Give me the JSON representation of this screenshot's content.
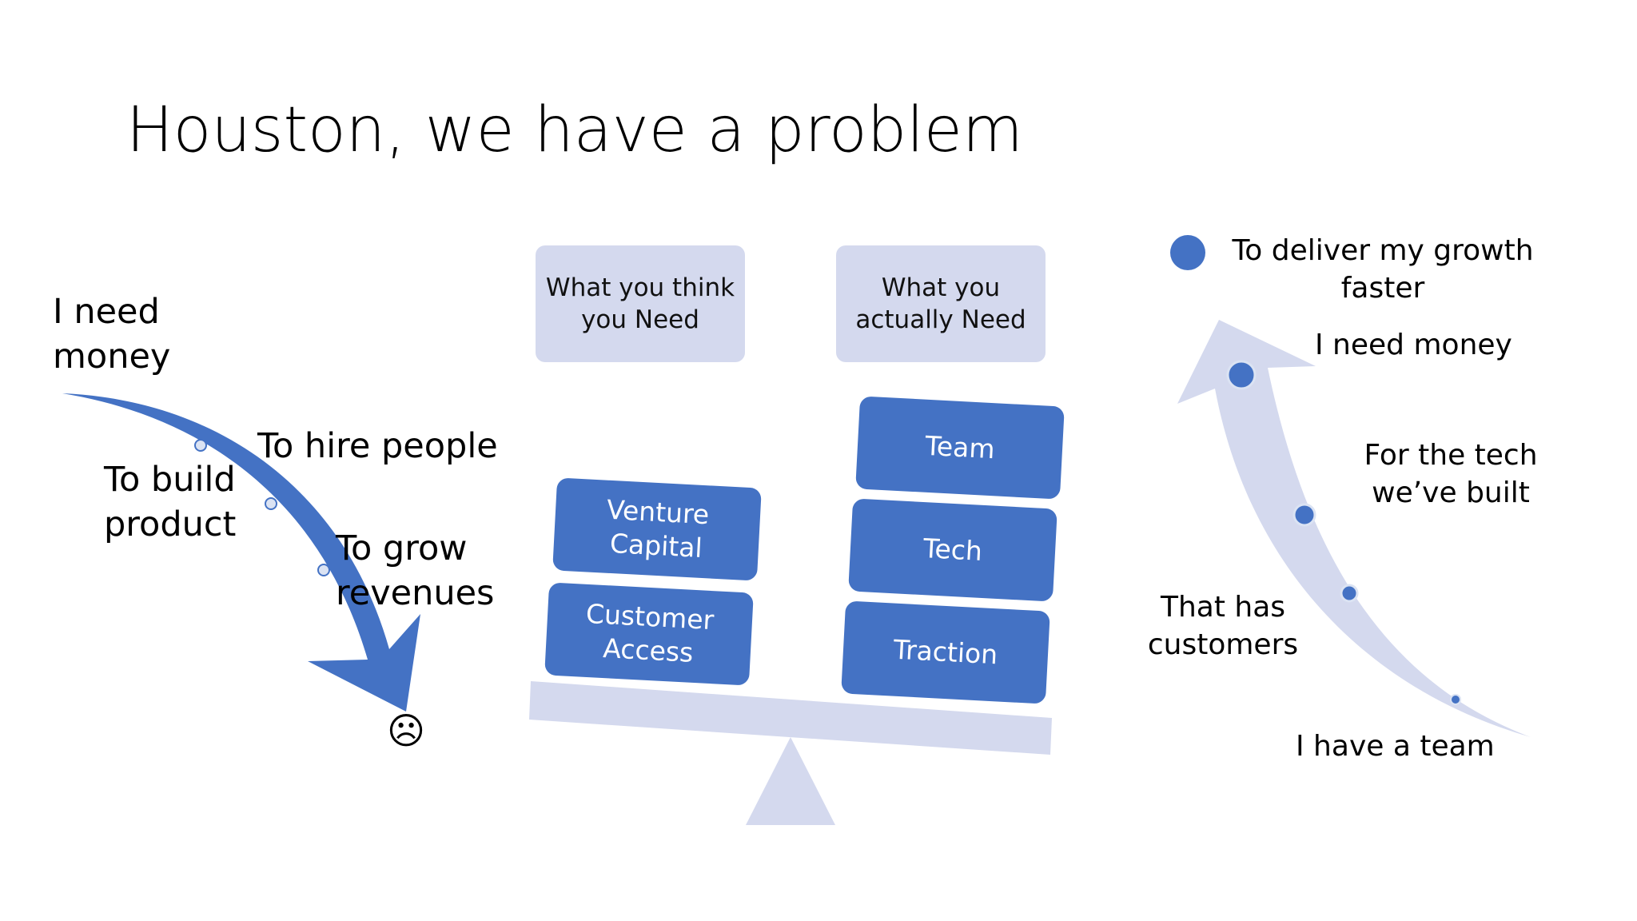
{
  "title": "Houston, we have a problem",
  "left_flow": {
    "top_label": "I need\nmoney",
    "steps": [
      "To build\nproduct",
      "To hire people",
      "To grow\nrevenues"
    ],
    "end_symbol": "☹",
    "arrow_color": "#4472c4"
  },
  "balance": {
    "headers": [
      "What you think\nyou Need",
      "What you\nactually Need"
    ],
    "left_blocks": [
      "Venture\nCapital",
      "Customer\nAccess"
    ],
    "right_blocks": [
      "Team",
      "Tech",
      "Traction"
    ],
    "block_color": "#4472c4",
    "header_color": "#d4d9ee",
    "beam_color": "#d4d9ee"
  },
  "right_flow": {
    "top_label": "To deliver my growth\nfaster",
    "steps": [
      "I need money",
      "For the tech\nwe’ve built",
      "That has\ncustomers",
      "I have a team"
    ],
    "arrow_color": "#d4d9ee",
    "dot_color": "#4472c4"
  }
}
